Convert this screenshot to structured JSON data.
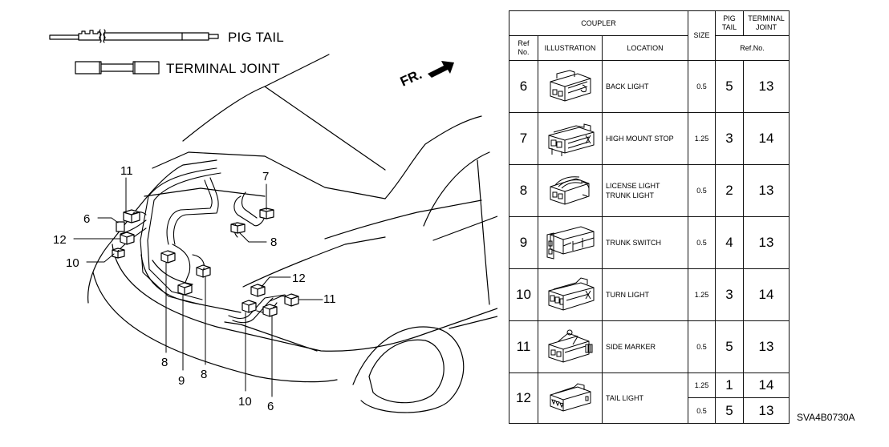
{
  "legend": {
    "pig_tail": "PIG TAIL",
    "terminal_joint": "TERMINAL JOINT"
  },
  "direction_indicator": {
    "label": "FR.",
    "icon": "arrow-right-icon"
  },
  "callouts": {
    "left": [
      "11",
      "6",
      "12",
      "10"
    ],
    "trunk_top": [
      "7",
      "8"
    ],
    "bottom_center": [
      "8",
      "9",
      "8"
    ],
    "right": [
      "12",
      "11",
      "10",
      "6"
    ]
  },
  "table": {
    "headers": {
      "coupler": "COUPLER",
      "ref_no": "Ref No.",
      "ref_no_line1": "Ref",
      "ref_no_line2": "No.",
      "illustration": "ILLUSTRATION",
      "location": "LOCATION",
      "size": "SIZE",
      "pig_tail_line1": "PIG",
      "pig_tail_line2": "TAIL",
      "terminal_joint_line1": "TERMINAL",
      "terminal_joint_line2": "JOINT",
      "ref_no_sub": "Ref.No."
    },
    "rows": [
      {
        "ref": "6",
        "location": [
          "BACK LIGHT"
        ],
        "size": "0.5",
        "pig_tail": "5",
        "terminal_joint": "13"
      },
      {
        "ref": "7",
        "location": [
          "HIGH MOUNT STOP"
        ],
        "size": "1.25",
        "pig_tail": "3",
        "terminal_joint": "14"
      },
      {
        "ref": "8",
        "location": [
          "LICENSE LIGHT",
          "TRUNK LIGHT"
        ],
        "size": "0.5",
        "pig_tail": "2",
        "terminal_joint": "13"
      },
      {
        "ref": "9",
        "location": [
          "TRUNK SWITCH"
        ],
        "size": "0.5",
        "pig_tail": "4",
        "terminal_joint": "13"
      },
      {
        "ref": "10",
        "location": [
          "TURN LIGHT"
        ],
        "size": "1.25",
        "pig_tail": "3",
        "terminal_joint": "14"
      },
      {
        "ref": "11",
        "location": [
          "SIDE MARKER"
        ],
        "size": "0.5",
        "pig_tail": "5",
        "terminal_joint": "13"
      },
      {
        "ref": "12",
        "location": [
          "TAIL LIGHT"
        ],
        "sizes": [
          {
            "size": "1.25",
            "pig_tail": "1",
            "terminal_joint": "14"
          },
          {
            "size": "0.5",
            "pig_tail": "5",
            "terminal_joint": "13"
          }
        ]
      }
    ]
  },
  "part_code": "SVA4B0730A"
}
